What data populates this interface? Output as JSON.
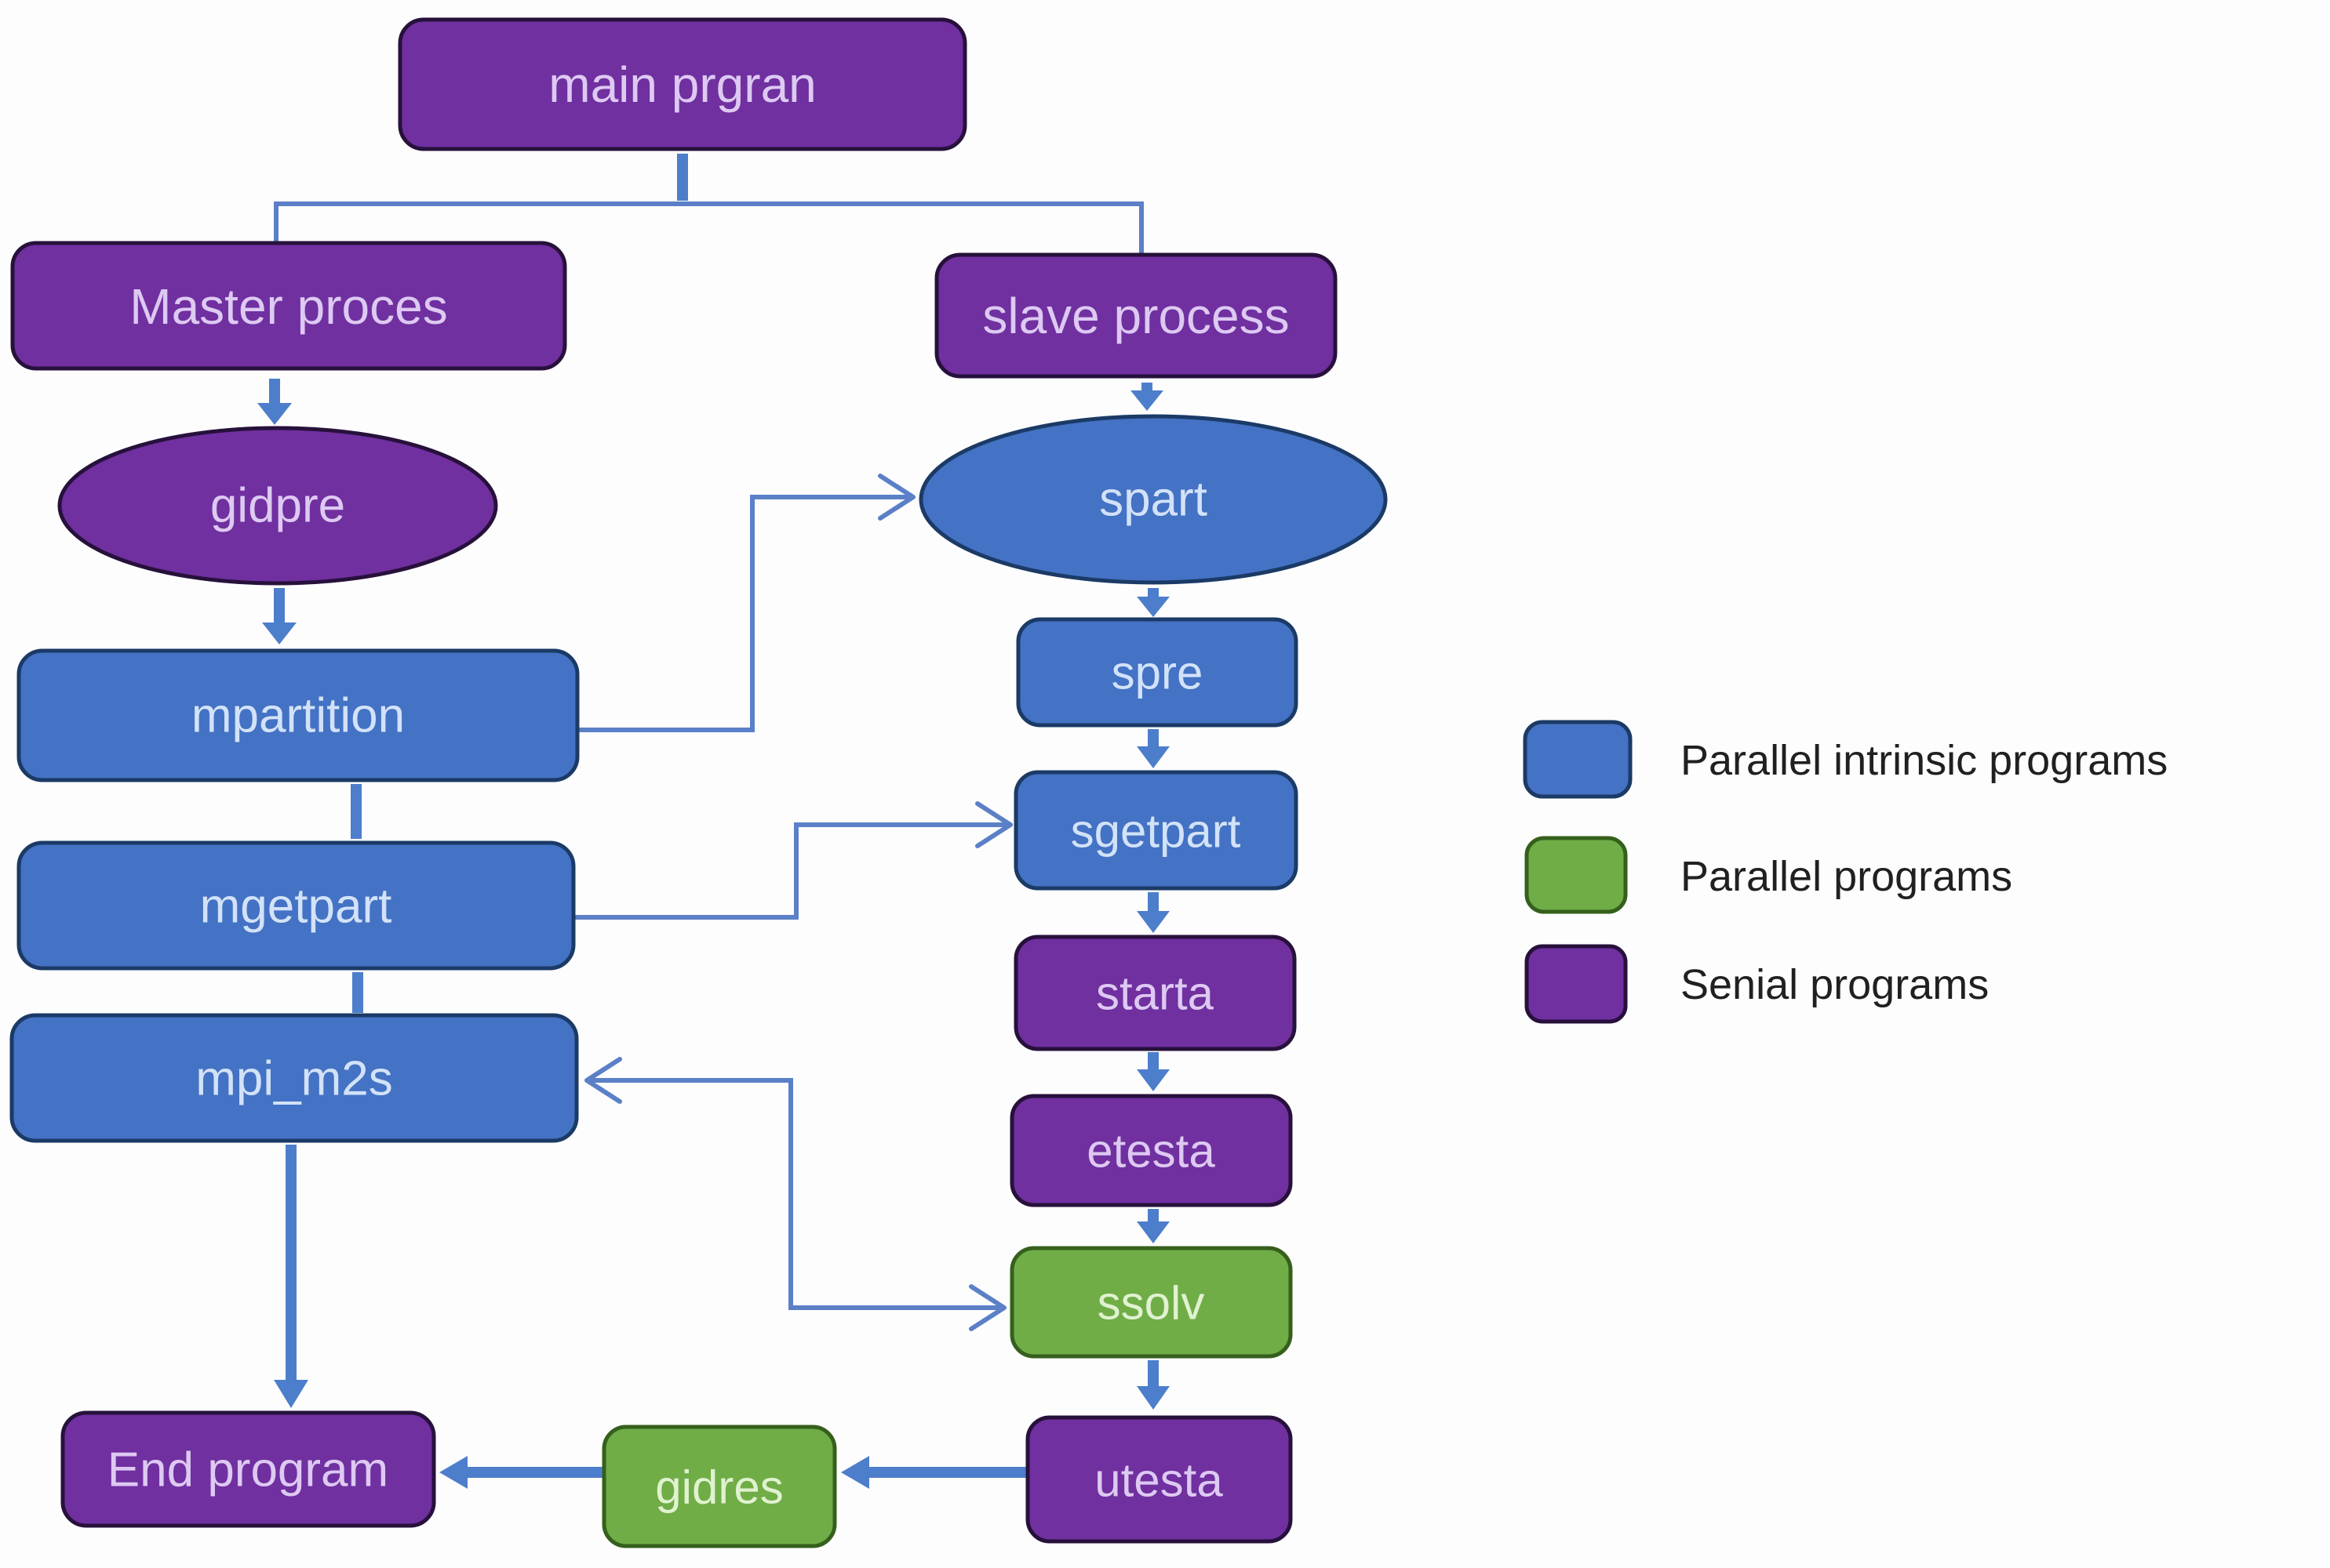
{
  "diagram_type": "flowchart",
  "colors": {
    "serial_fill": "#7030a0",
    "serial_border": "#27113c",
    "serial_text": "#ddc9f2",
    "intrinsic_fill": "#4472c4",
    "intrinsic_border": "#1b3a66",
    "intrinsic_text": "#d2e2f8",
    "parallel_fill": "#70ad47",
    "parallel_border": "#35601c",
    "parallel_text": "#e0f2d0",
    "arrow_thick": "#4d7ecb",
    "arrow_thin": "#5b80c7",
    "legend_text": "#202020",
    "background": "#fdfdfd"
  },
  "nodes": [
    {
      "id": "main-program",
      "label": "main prgran",
      "type": "serial",
      "shape": "rounded-rect"
    },
    {
      "id": "master-process",
      "label": "Master proces",
      "type": "serial",
      "shape": "rounded-rect"
    },
    {
      "id": "slave-process",
      "label": "slave process",
      "type": "serial",
      "shape": "rounded-rect"
    },
    {
      "id": "gidpre",
      "label": "gidpre",
      "type": "serial",
      "shape": "ellipse"
    },
    {
      "id": "mpartition",
      "label": "mpartition",
      "type": "parallel-intrinsic",
      "shape": "rounded-rect"
    },
    {
      "id": "mgetpart",
      "label": "mgetpart",
      "type": "parallel-intrinsic",
      "shape": "rounded-rect"
    },
    {
      "id": "mpi-m2s",
      "label": "mpi_m2s",
      "type": "parallel-intrinsic",
      "shape": "rounded-rect"
    },
    {
      "id": "end-program",
      "label": "End program",
      "type": "serial",
      "shape": "rounded-rect"
    },
    {
      "id": "spart",
      "label": "spart",
      "type": "parallel-intrinsic",
      "shape": "ellipse"
    },
    {
      "id": "spre",
      "label": "spre",
      "type": "parallel-intrinsic",
      "shape": "rounded-rect"
    },
    {
      "id": "sgetpart",
      "label": "sgetpart",
      "type": "parallel-intrinsic",
      "shape": "rounded-rect"
    },
    {
      "id": "starta",
      "label": "starta",
      "type": "serial",
      "shape": "rounded-rect"
    },
    {
      "id": "etesta",
      "label": "etesta",
      "type": "serial",
      "shape": "rounded-rect"
    },
    {
      "id": "ssolv",
      "label": "ssolv",
      "type": "parallel",
      "shape": "rounded-rect"
    },
    {
      "id": "utesta",
      "label": "utesta",
      "type": "serial",
      "shape": "rounded-rect"
    },
    {
      "id": "gidres",
      "label": "gidres",
      "type": "parallel",
      "shape": "rounded-rect"
    }
  ],
  "edges": [
    {
      "from": "main-program",
      "to": "master-process",
      "style": "thin-elbow"
    },
    {
      "from": "main-program",
      "to": "slave-process",
      "style": "thin-elbow"
    },
    {
      "from": "master-process",
      "to": "gidpre",
      "style": "thick-arrow"
    },
    {
      "from": "gidpre",
      "to": "mpartition",
      "style": "thick-arrow"
    },
    {
      "from": "mpartition",
      "to": "mgetpart",
      "style": "thick-line"
    },
    {
      "from": "mpartition",
      "to": "spart",
      "style": "thin-elbow-arrow"
    },
    {
      "from": "mgetpart",
      "to": "mpi-m2s",
      "style": "thick-line"
    },
    {
      "from": "mgetpart",
      "to": "sgetpart",
      "style": "thin-elbow-arrow"
    },
    {
      "from": "mpi-m2s",
      "to": "end-program",
      "style": "thick-arrow"
    },
    {
      "from": "slave-process",
      "to": "spart",
      "style": "thick-arrow"
    },
    {
      "from": "spart",
      "to": "spre",
      "style": "thick-arrow"
    },
    {
      "from": "spre",
      "to": "sgetpart",
      "style": "thick-arrow"
    },
    {
      "from": "sgetpart",
      "to": "starta",
      "style": "thick-arrow"
    },
    {
      "from": "starta",
      "to": "etesta",
      "style": "thick-arrow"
    },
    {
      "from": "etesta",
      "to": "ssolv",
      "style": "thick-arrow"
    },
    {
      "from": "ssolv",
      "to": "mpi-m2s",
      "style": "thin-elbow-arrow-both-ends"
    },
    {
      "from": "ssolv",
      "to": "utesta",
      "style": "thick-arrow"
    },
    {
      "from": "utesta",
      "to": "gidres",
      "style": "thick-arrow"
    },
    {
      "from": "gidres",
      "to": "end-program",
      "style": "thick-arrow"
    }
  ],
  "legend": {
    "items": [
      {
        "label": "Parallel intrinsic programs",
        "color": "#4472c4"
      },
      {
        "label": "Parallel programs",
        "color": "#70ad47"
      },
      {
        "label": "Senial programs",
        "color": "#7030a0"
      }
    ]
  }
}
